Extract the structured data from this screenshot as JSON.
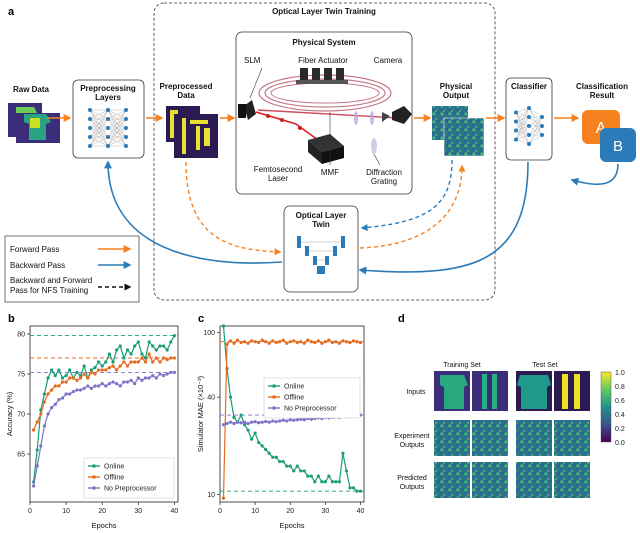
{
  "panel_a": {
    "label": "a",
    "twin_training_title": "Optical Layer Twin Training",
    "physical_system_title": "Physical System",
    "raw_data": "Raw Data",
    "preprocessing_layers": [
      "Preprocessing",
      "Layers"
    ],
    "preprocessed_data": [
      "Preprocessed",
      "Data"
    ],
    "slm": "SLM",
    "fiber_actuator": "Fiber Actuator",
    "camera": "Camera",
    "femtosecond_laser": [
      "Femtosecond",
      "Laser"
    ],
    "mmf": "MMF",
    "diffraction_grating": [
      "Diffraction",
      "Grating"
    ],
    "physical_output": [
      "Physical",
      "Output"
    ],
    "classifier": "Classifier",
    "classification_result": [
      "Classification",
      "Result"
    ],
    "result_a": "A",
    "result_b": "B",
    "optical_layer_twin": [
      "Optical Layer",
      "Twin"
    ],
    "legend": {
      "forward": "Forward Pass",
      "backward": "Backward Pass",
      "nfs": [
        "Backward and Forward",
        "Pass for NFS Training"
      ]
    },
    "colors": {
      "forward": "#f5821f",
      "backward": "#2b7bb9"
    }
  },
  "panel_b": {
    "label": "b",
    "chart_data": {
      "type": "line",
      "xlabel": "Epochs",
      "ylabel": "Accuracy (%)",
      "xlim": [
        0,
        41
      ],
      "ylim": [
        59,
        81
      ],
      "xticks": [
        "0",
        "10",
        "20",
        "30",
        "40"
      ],
      "yticks": [
        "65",
        "70",
        "75",
        "80"
      ],
      "series": [
        {
          "name": "Online",
          "color": "#1a9e77",
          "dashed_ref": 79.8,
          "x": [
            1,
            2,
            3,
            4,
            5,
            6,
            7,
            8,
            9,
            10,
            11,
            12,
            13,
            14,
            15,
            16,
            17,
            18,
            19,
            20,
            21,
            22,
            23,
            24,
            25,
            26,
            27,
            28,
            29,
            30,
            31,
            32,
            33,
            34,
            35,
            36,
            37,
            38,
            39,
            40
          ],
          "values": [
            61.5,
            65.5,
            70.5,
            72.5,
            74.5,
            75.5,
            74.8,
            75.5,
            74.5,
            74.8,
            75.5,
            74.5,
            75.2,
            74.8,
            76.0,
            74.5,
            75.5,
            75.8,
            76.5,
            76.0,
            76.5,
            77.5,
            76.5,
            78.0,
            78.5,
            77.0,
            78.0,
            77.5,
            78.5,
            79.0,
            77.5,
            77.0,
            79.0,
            78.5,
            78.0,
            78.5,
            78.5,
            78.0,
            79.0,
            79.8
          ]
        },
        {
          "name": "Offline",
          "color": "#e56b1f",
          "dashed_ref": 77.0,
          "x": [
            1,
            2,
            3,
            4,
            5,
            6,
            7,
            8,
            9,
            10,
            11,
            12,
            13,
            14,
            15,
            16,
            17,
            18,
            19,
            20,
            21,
            22,
            23,
            24,
            25,
            26,
            27,
            28,
            29,
            30,
            31,
            32,
            33,
            34,
            35,
            36,
            37,
            38,
            39,
            40
          ],
          "values": [
            68.0,
            69.0,
            70.0,
            71.5,
            72.5,
            73.0,
            73.5,
            73.5,
            74.0,
            74.0,
            74.5,
            74.5,
            74.2,
            74.5,
            75.0,
            74.5,
            75.2,
            75.0,
            75.5,
            75.5,
            75.5,
            75.8,
            76.0,
            75.5,
            76.0,
            76.5,
            76.0,
            76.5,
            76.5,
            76.5,
            77.0,
            76.5,
            77.5,
            76.5,
            77.0,
            76.5,
            77.0,
            76.8,
            77.0,
            77.0
          ]
        },
        {
          "name": "No Preprocessor",
          "color": "#7b73c9",
          "dashed_ref": 75.2,
          "x": [
            1,
            2,
            3,
            4,
            5,
            6,
            7,
            8,
            9,
            10,
            11,
            12,
            13,
            14,
            15,
            16,
            17,
            18,
            19,
            20,
            21,
            22,
            23,
            24,
            25,
            26,
            27,
            28,
            29,
            30,
            31,
            32,
            33,
            34,
            35,
            36,
            37,
            38,
            39,
            40
          ],
          "values": [
            61.0,
            63.5,
            66.0,
            68.5,
            70.0,
            70.8,
            71.2,
            71.8,
            72.0,
            72.5,
            72.5,
            72.8,
            73.0,
            73.0,
            73.2,
            73.5,
            73.2,
            73.5,
            73.5,
            73.8,
            73.5,
            73.8,
            74.0,
            73.8,
            73.5,
            74.0,
            74.0,
            74.2,
            73.8,
            74.5,
            74.2,
            74.5,
            74.5,
            74.8,
            74.5,
            75.0,
            74.8,
            75.0,
            75.2,
            75.2
          ]
        }
      ],
      "legend": "lower-right",
      "grid": false
    }
  },
  "panel_c": {
    "label": "c",
    "chart_data": {
      "type": "line",
      "xlabel": "Epochs",
      "ylabel": "Simulator MAE (×10⁻³)",
      "xlim": [
        0,
        41
      ],
      "ylim": [
        9,
        110
      ],
      "yscale": "log",
      "xticks": [
        "0",
        "10",
        "20",
        "30",
        "40"
      ],
      "yticks": [
        "10",
        "40",
        "100"
      ],
      "series": [
        {
          "name": "Online",
          "color": "#1a9e77",
          "dashed_ref": 10.5,
          "x": [
            1,
            2,
            3,
            4,
            5,
            6,
            7,
            8,
            9,
            10,
            11,
            12,
            13,
            14,
            15,
            16,
            17,
            18,
            19,
            20,
            21,
            22,
            23,
            24,
            25,
            26,
            27,
            28,
            29,
            30,
            31,
            32,
            33,
            34,
            35,
            36,
            37,
            38,
            39,
            40
          ],
          "values": [
            110,
            60,
            40,
            30,
            28,
            31,
            27,
            25,
            22,
            24,
            21,
            20,
            19,
            18,
            17,
            17,
            16,
            16,
            15,
            15,
            14,
            15,
            14,
            14,
            13,
            13,
            12,
            13,
            12,
            12,
            13,
            12,
            12,
            12,
            18,
            14,
            11,
            11,
            10.5,
            10.5
          ]
        },
        {
          "name": "Offline",
          "color": "#e56b1f",
          "dashed_ref": 88,
          "x": [
            1,
            2,
            3,
            4,
            5,
            6,
            7,
            8,
            9,
            10,
            11,
            12,
            13,
            14,
            15,
            16,
            17,
            18,
            19,
            20,
            21,
            22,
            23,
            24,
            25,
            26,
            27,
            28,
            29,
            30,
            31,
            32,
            33,
            34,
            35,
            36,
            37,
            38,
            39,
            40
          ],
          "values": [
            9.5,
            85,
            89,
            86,
            90,
            87,
            88,
            86,
            89,
            88,
            87,
            90,
            88,
            86,
            89,
            87,
            88,
            90,
            86,
            88,
            89,
            87,
            88,
            86,
            90,
            88,
            87,
            89,
            86,
            88,
            90,
            87,
            88,
            86,
            89,
            88,
            87,
            89,
            88,
            87
          ]
        },
        {
          "name": "No Preprocessor",
          "color": "#7b73c9",
          "dashed_ref": 31,
          "x": [
            1,
            2,
            3,
            4,
            5,
            6,
            7,
            8,
            9,
            10,
            11,
            12,
            13,
            14,
            15,
            16,
            17,
            18,
            19,
            20,
            21,
            22,
            23,
            24,
            25,
            26,
            27,
            28,
            29,
            30,
            31,
            32,
            33,
            34,
            35,
            36,
            37,
            38,
            39,
            40
          ],
          "values": [
            27,
            27.5,
            28,
            27.5,
            28,
            27.8,
            28,
            27.5,
            28,
            28.2,
            27.8,
            28,
            28.3,
            28,
            28.5,
            28.2,
            28.5,
            28.8,
            28.5,
            29,
            28.8,
            29,
            29.2,
            29,
            29.5,
            29.2,
            29.5,
            29.8,
            29.5,
            30,
            29.8,
            30,
            30.2,
            30,
            30.5,
            30.2,
            30.5,
            30.8,
            30.5,
            31
          ]
        }
      ],
      "legend": "center-right",
      "grid": false
    }
  },
  "panel_d": {
    "label": "d",
    "training_set": "Training Set",
    "test_set": "Test Set",
    "rows": [
      "Inputs",
      [
        "Experiment",
        "Outputs"
      ],
      [
        "Predicted",
        "Outputs"
      ]
    ],
    "colorbar_ticks": [
      "1.0",
      "0.8",
      "0.6",
      "0.4",
      "0.2",
      "0.0"
    ]
  }
}
